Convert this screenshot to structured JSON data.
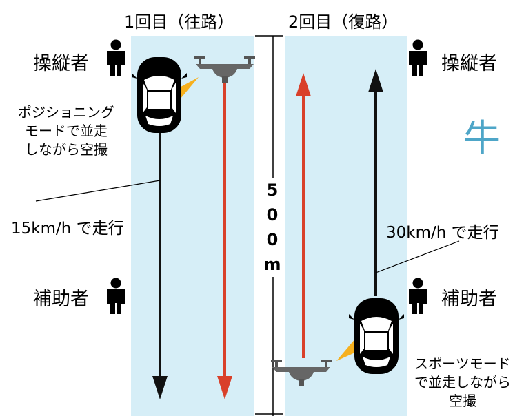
{
  "titles": {
    "trip1": "1回目（往路）",
    "trip2": "2回目（復路）"
  },
  "roles": {
    "operator": "操縦者",
    "assistant": "補助者"
  },
  "notes": {
    "positioning": [
      "ポジショニング",
      "モードで並走",
      "しながら空撮"
    ],
    "sport": [
      "スポーツモード",
      "で並走しながら",
      "空撮"
    ]
  },
  "speeds": {
    "outbound": "15km/h で走行",
    "return": "30km/h で走行"
  },
  "distance": {
    "chars": [
      "5",
      "0",
      "0",
      "m"
    ]
  },
  "mark": "牛",
  "colors": {
    "lane": "#d6eef7",
    "drone_arrow": "#d9402a",
    "car_arrow": "#111111",
    "camera_cone": "#f6b01e",
    "mark": "#4ea6c8"
  }
}
